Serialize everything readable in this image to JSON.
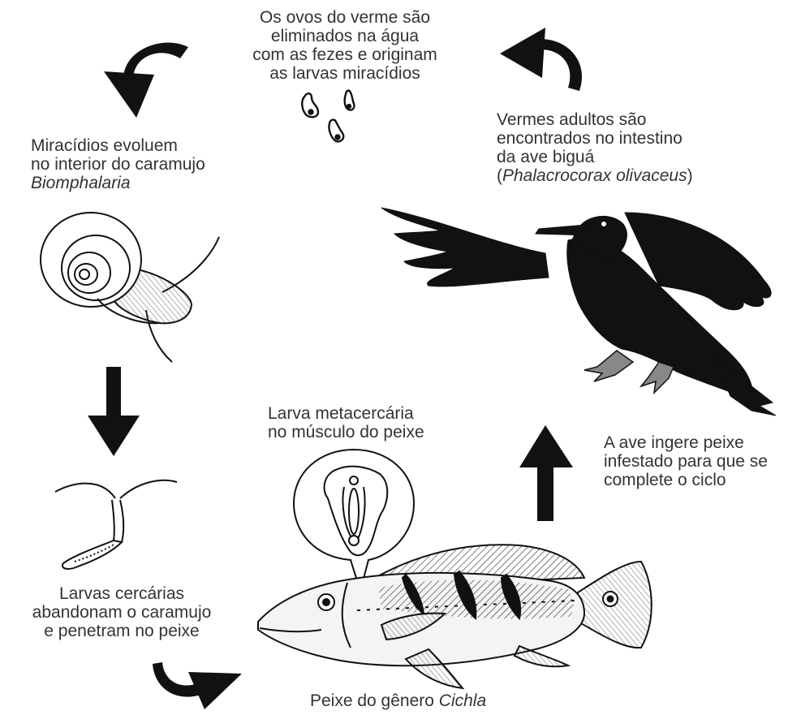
{
  "steps": {
    "eggs": {
      "line1": "Os ovos do verme são",
      "line2": "eliminados na água",
      "line3": "com as fezes e originam",
      "line4": "as larvas miracídios"
    },
    "snail": {
      "line1": "Miracídios evoluem",
      "line2": "no interior do caramujo",
      "line3_italic": "Biomphalaria"
    },
    "bird": {
      "line1": "Vermes adultos são",
      "line2": "encontrados no intestino",
      "line3": "da ave biguá",
      "line4_open": "(",
      "line4_italic": "Phalacrocorax olivaceus",
      "line4_close": ")"
    },
    "cercaria": {
      "line1": "Larvas cercárias",
      "line2": "abandonam o caramujo",
      "line3": "e penetram no peixe"
    },
    "metacercaria": {
      "line1": "Larva metacercária",
      "line2": "no músculo do peixe"
    },
    "ingest": {
      "line1": "A ave ingere peixe",
      "line2": "infestado para que se",
      "line3": "complete o ciclo"
    },
    "fish": {
      "prefix": "Peixe do gênero ",
      "italic": "Cichla"
    }
  },
  "colors": {
    "ink": "#111111",
    "text": "#333333",
    "fish_body": "#f4f4f4",
    "hatch": "#555555"
  }
}
